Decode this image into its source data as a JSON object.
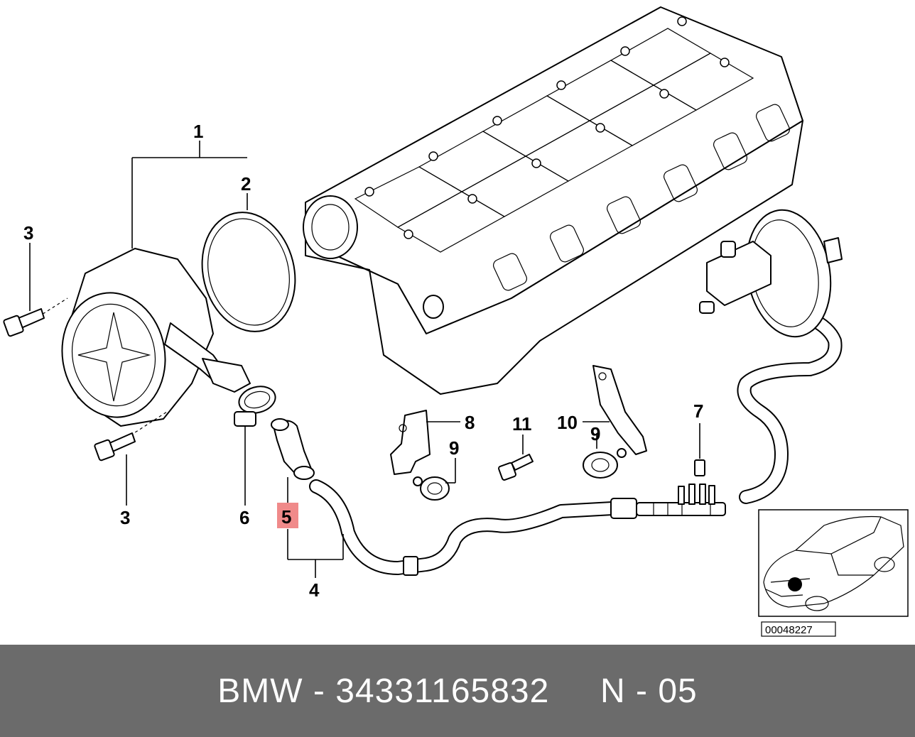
{
  "callouts": {
    "c1": "1",
    "c2": "2",
    "c3a": "3",
    "c3b": "3",
    "c4": "4",
    "c5": "5",
    "c6": "6",
    "c7": "7",
    "c8": "8",
    "c9a": "9",
    "c9b": "9",
    "c10": "10",
    "c11": "11"
  },
  "highlight_color": "#f08a8a",
  "inset": {
    "reference_number": "00048227"
  },
  "footer": {
    "part_label": "BMW - 34331165832",
    "diagram_ref": "N - 05"
  }
}
